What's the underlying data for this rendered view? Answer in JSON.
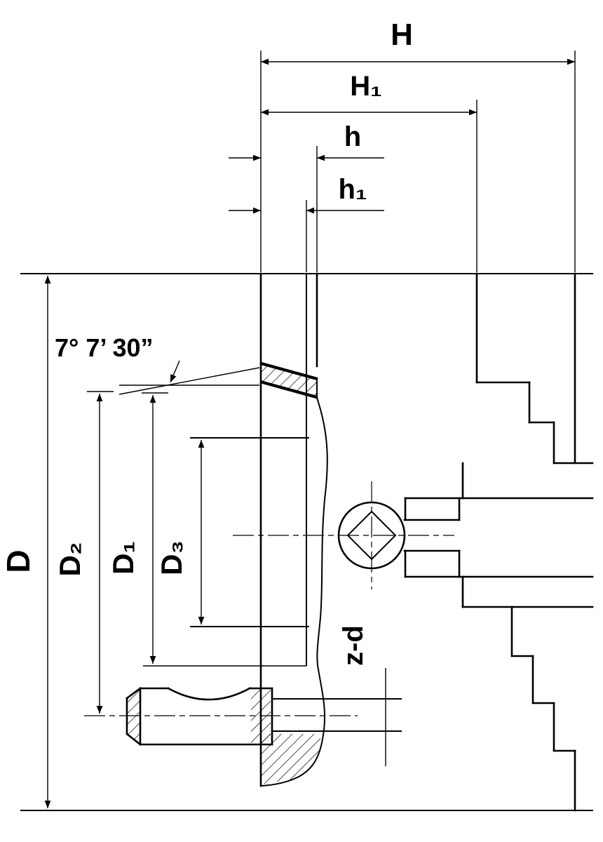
{
  "drawing": {
    "kind": "technical-section-drawing",
    "subject": "lathe chuck cross-section with dimension callouts",
    "colors": {
      "line": "#000000",
      "background": "#ffffff"
    },
    "dimensions": {
      "H": "H",
      "H1": "H₁",
      "h": "h",
      "h1": "h₁",
      "D": "D",
      "D2": "D₂",
      "D1": "D₁",
      "D3": "D₃",
      "angle": "7° 7’ 30”",
      "bolt_spec": "z-d"
    }
  }
}
